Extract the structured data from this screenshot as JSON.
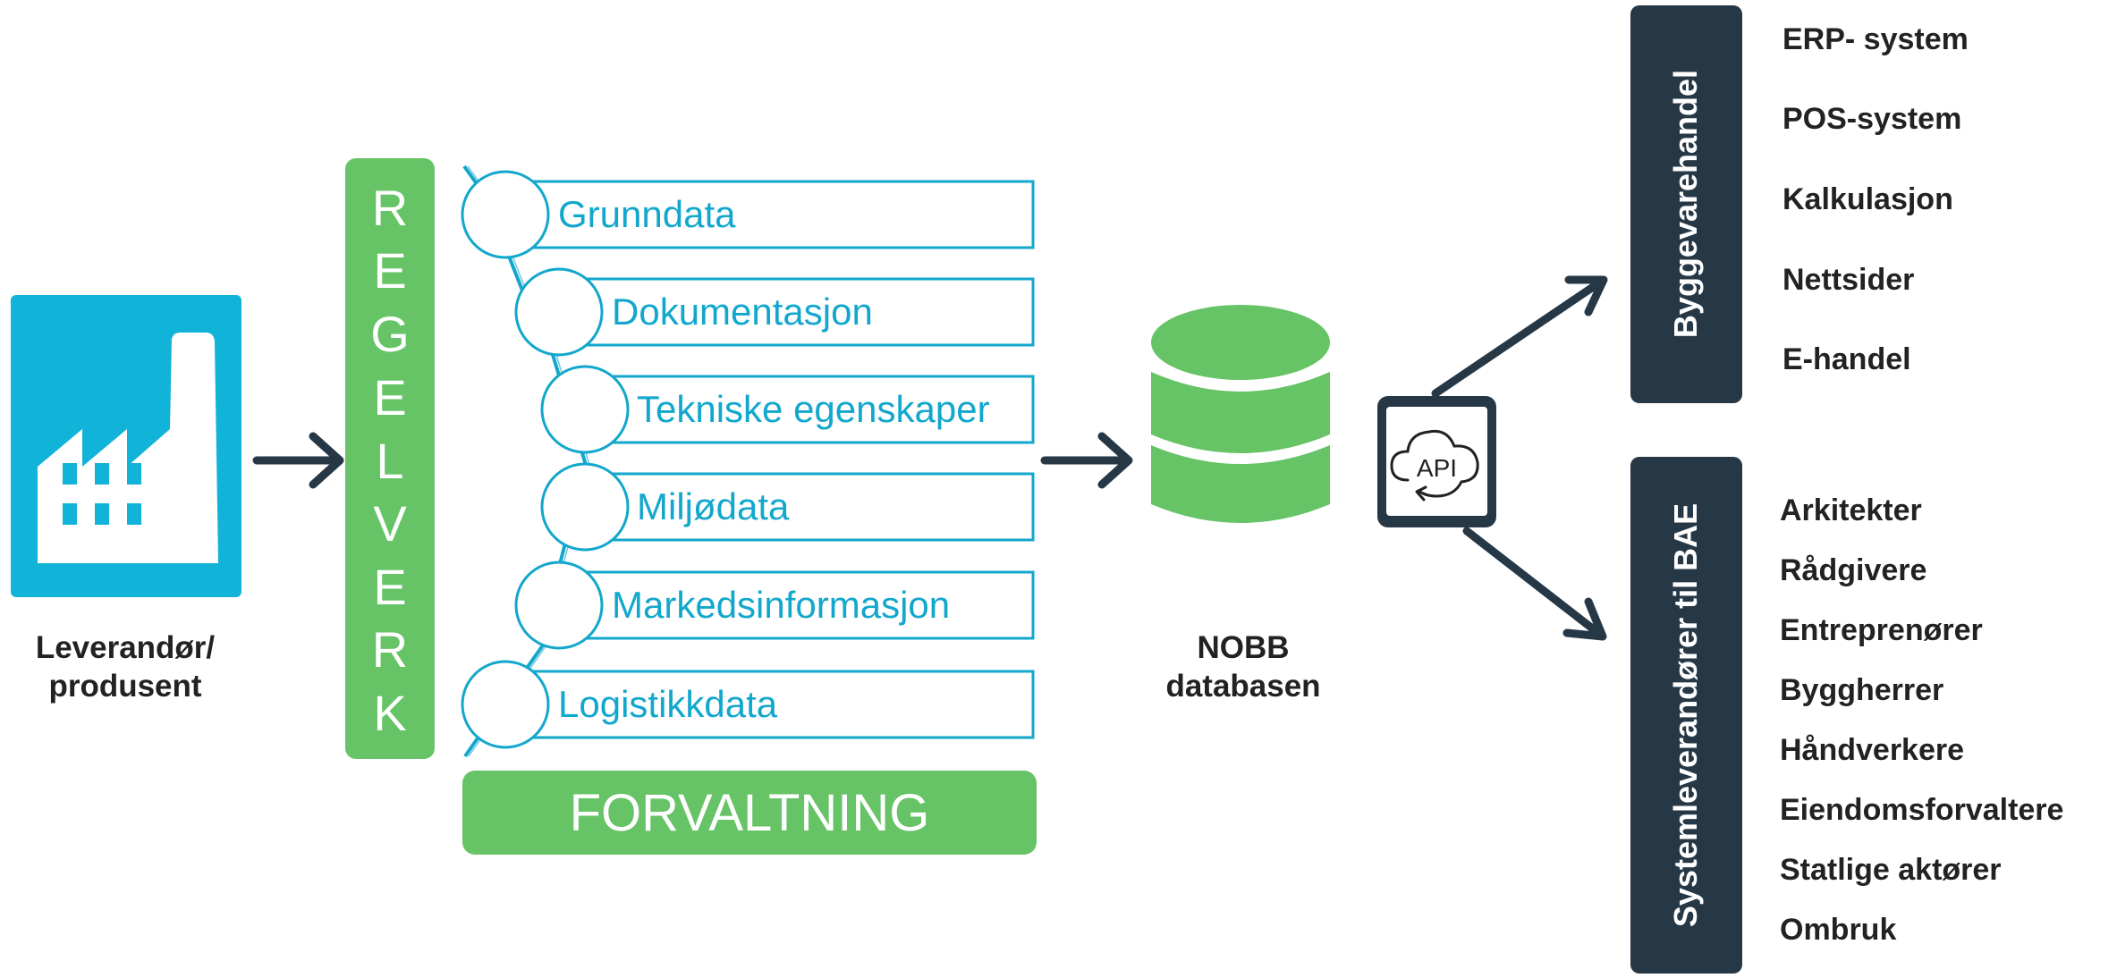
{
  "supplier": {
    "label_line1": "Leverandør/",
    "label_line2": "produsent",
    "icon": "factory-icon"
  },
  "regelverk": {
    "letters": [
      "R",
      "E",
      "G",
      "E",
      "L",
      "V",
      "E",
      "R",
      "K"
    ]
  },
  "steps": [
    {
      "label": "Grunndata"
    },
    {
      "label": "Dokumentasjon"
    },
    {
      "label": "Tekniske egenskaper"
    },
    {
      "label": "Miljødata"
    },
    {
      "label": "Markedsinformasjon"
    },
    {
      "label": "Logistikkdata"
    }
  ],
  "forvaltning": {
    "label": "FORVALTNING"
  },
  "database": {
    "label_line1": "NOBB",
    "label_line2": "databasen",
    "icon": "database-icon"
  },
  "api": {
    "label": "API",
    "icon": "cloud-sync-icon"
  },
  "group_top": {
    "title": "Byggevarehandel",
    "items": [
      "ERP- system",
      "POS-system",
      "Kalkulasjon",
      "Nettsider",
      "E-handel"
    ]
  },
  "group_bottom": {
    "title": "Systemleverandører til BAE",
    "items": [
      "Arkitekter",
      "Rådgivere",
      "Entreprenører",
      "Byggherrer",
      "Håndverkere",
      "Eiendomsforvaltere",
      "Statlige aktører",
      "Ombruk"
    ]
  },
  "colors": {
    "cyan": "#12a7cc",
    "factory_bg": "#12b3d8",
    "green": "#66c366",
    "navy": "#263746",
    "arrow": "#263746"
  }
}
